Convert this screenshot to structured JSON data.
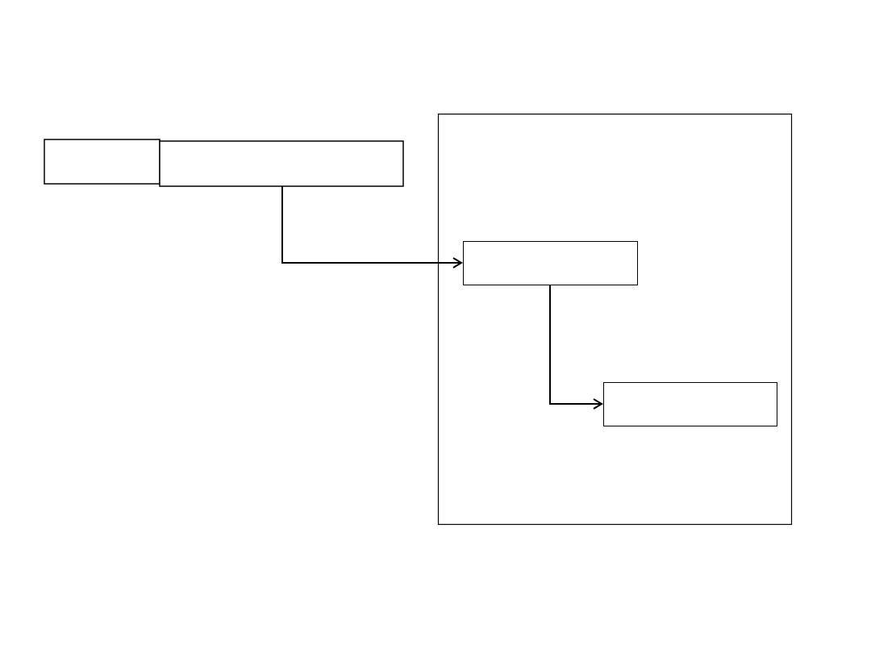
{
  "diagram": {
    "colors": {
      "stroke": "#000000",
      "fill": "#ffffff",
      "background": "#ffffff"
    },
    "nodes": [
      {
        "id": "left-small",
        "label": ""
      },
      {
        "id": "left-wide",
        "label": ""
      },
      {
        "id": "container",
        "label": ""
      },
      {
        "id": "inner-top",
        "label": ""
      },
      {
        "id": "inner-bottom",
        "label": ""
      }
    ],
    "edges": [
      {
        "from": "left-wide",
        "to": "inner-top",
        "arrow": "open"
      },
      {
        "from": "inner-top",
        "to": "inner-bottom",
        "arrow": "open"
      }
    ]
  }
}
